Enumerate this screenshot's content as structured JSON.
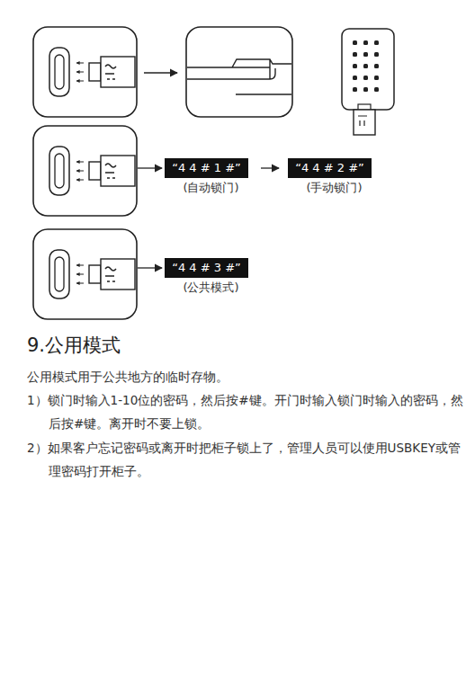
{
  "diagram": {
    "title": "9.公用模式",
    "nodes": [
      {
        "text": [
          "“4 4 # 1 #”",
          "(自动锁门)"
        ]
      },
      {
        "text": [
          "“4 4 # 2 #”",
          "(手动锁门)"
        ]
      },
      {
        "text": [
          "“4 4 # 3 #”",
          "(公共模式)"
        ]
      }
    ],
    "edges": [
      {
        "from": 0,
        "to": 1,
        "arrow": "to"
      }
    ],
    "labels": [
      "公用模式用于公共地方的临时存物。",
      "1）锁门时输入1-10位的密码，然后按#键。开门时输入锁门时输入的密码，然后按#键。离开时不要上锁。",
      "2）如果客户忘记密码或离开时把柜子锁上了，管理人员可以使用USBKEY或管理密码打开柜子。"
    ]
  }
}
